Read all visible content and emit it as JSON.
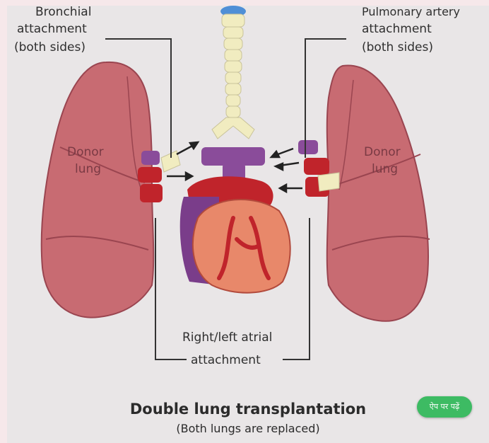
{
  "labels": {
    "bronchial_1": "Bronchial",
    "bronchial_2": "attachment",
    "bronchial_3": "(both sides)",
    "pulmonary_1": "Pulmonary artery",
    "pulmonary_2": "attachment",
    "pulmonary_3": "(both sides)",
    "donor_left_1": "Donor",
    "donor_left_2": "lung",
    "donor_right_1": "Donor",
    "donor_right_2": "lung",
    "atrial_1": "Right/left atrial",
    "atrial_2": "attachment"
  },
  "title": "Double lung transplantation",
  "subtitle": "(Both lungs are replaced)",
  "app_button": "ऐप पर पढ़ें",
  "colors": {
    "lung": "#c86b72",
    "lung_dark": "#9a4550",
    "heart": "#e8886a",
    "vessel_red": "#c0242b",
    "vessel_purple": "#8a4c9a",
    "trachea": "#f1ecc0",
    "background": "#e9e6e7",
    "button": "#3dbb63"
  }
}
